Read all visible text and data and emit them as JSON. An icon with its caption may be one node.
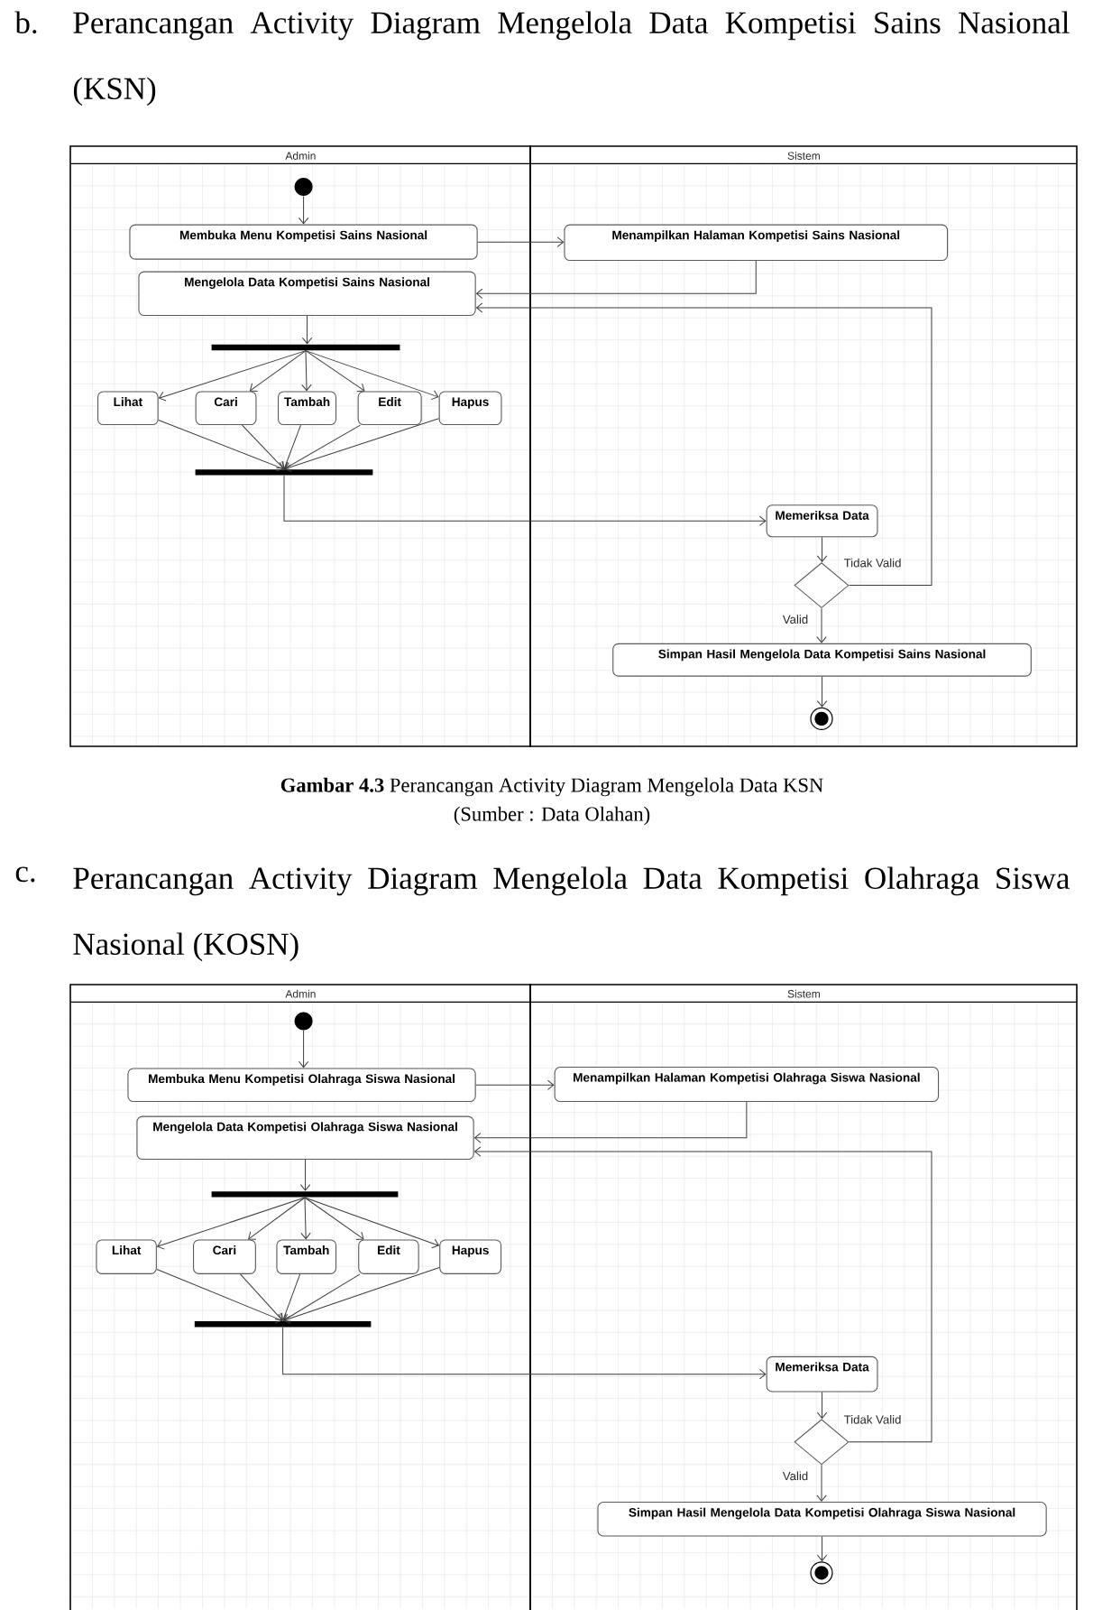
{
  "diagram": {
    "caption": "**Gambar 4.3** Perancangan Activity Diagram Mengelola Data KSN",
    "nodes": [
      {
        "text": [
          "Admin"
        ]
      },
      {
        "text": [
          "Sistem"
        ]
      },
      {
        "text": [],
        "shape": "dot",
        "in": 0
      },
      {
        "text": [
          "Membuka Menu Kompetisi Sains Nasional"
        ],
        "in": 0
      },
      {
        "text": [
          "Menampilkan Halaman Kompetisi Sains Nasional"
        ],
        "in": 1
      },
      {
        "text": [
          "Mengelola Data Kompetisi Sains Nasional"
        ],
        "in": 0
      },
      {
        "text": [],
        "shape": "bar",
        "in": 0
      },
      {
        "text": [
          "Lihat"
        ],
        "in": 0
      },
      {
        "text": [
          "Cari"
        ],
        "in": 0
      },
      {
        "text": [
          "Tambah"
        ],
        "in": 0
      },
      {
        "text": [
          "Edit"
        ],
        "in": 0
      },
      {
        "text": [
          "Hapus"
        ],
        "in": 0
      },
      {
        "text": [],
        "shape": "bar",
        "in": 0
      },
      {
        "text": [
          "Memeriksa Data"
        ],
        "in": 1
      },
      {
        "text": [],
        "shape": "diamond",
        "in": 1
      },
      {
        "text": [
          "Simpan Hasil Mengelola Data Kompetisi Sains Nasional"
        ],
        "in": 1
      },
      {
        "text": [],
        "shape": "bullseye",
        "in": 1
      },
      {
        "text": [
          "Admin"
        ]
      },
      {
        "text": [
          "Sistem"
        ]
      },
      {
        "text": [],
        "shape": "dot",
        "in": 17
      },
      {
        "text": [
          "Membuka Menu Kompetisi Olahraga Siswa Nasional"
        ],
        "in": 17
      },
      {
        "text": [
          "Menampilkan Halaman Kompetisi Olahraga Siswa Nasional"
        ],
        "in": 18
      },
      {
        "text": [
          "Mengelola Data Kompetisi Olahraga Siswa Nasional"
        ],
        "in": 17
      },
      {
        "text": [],
        "shape": "bar",
        "in": 17
      },
      {
        "text": [
          "Lihat"
        ],
        "in": 17
      },
      {
        "text": [
          "Cari"
        ],
        "in": 17
      },
      {
        "text": [
          "Tambah"
        ],
        "in": 17
      },
      {
        "text": [
          "Edit"
        ],
        "in": 17
      },
      {
        "text": [
          "Hapus"
        ],
        "in": 17
      },
      {
        "text": [],
        "shape": "bar",
        "in": 17
      },
      {
        "text": [
          "Memeriksa Data"
        ],
        "in": 18
      },
      {
        "text": [],
        "shape": "diamond",
        "in": 18
      },
      {
        "text": [
          "Simpan Hasil Mengelola Data Kompetisi Olahraga Siswa Nasional"
        ],
        "in": 18
      },
      {
        "text": [],
        "shape": "bullseye",
        "in": 18
      }
    ],
    "edges": [
      {
        "from": 2,
        "to": 3,
        "arrow": "to"
      },
      {
        "from": 3,
        "to": 4,
        "arrow": "to"
      },
      {
        "from": 4,
        "to": 5,
        "arrow": "to"
      },
      {
        "from": 5,
        "to": 6,
        "arrow": "to"
      },
      {
        "from": 6,
        "to": 7,
        "arrow": "to"
      },
      {
        "from": 6,
        "to": 8,
        "arrow": "to"
      },
      {
        "from": 6,
        "to": 9,
        "arrow": "to"
      },
      {
        "from": 6,
        "to": 10,
        "arrow": "to"
      },
      {
        "from": 6,
        "to": 11,
        "arrow": "to"
      },
      {
        "from": 7,
        "to": 12,
        "arrow": "to"
      },
      {
        "from": 8,
        "to": 12,
        "arrow": "to"
      },
      {
        "from": 9,
        "to": 12,
        "arrow": "to"
      },
      {
        "from": 10,
        "to": 12,
        "arrow": "to"
      },
      {
        "from": 11,
        "to": 12,
        "arrow": "to"
      },
      {
        "from": 12,
        "to": 13,
        "arrow": "to"
      },
      {
        "from": 13,
        "to": 14,
        "arrow": "to"
      },
      {
        "from": 14,
        "to": 15,
        "arrow": "to",
        "label": "Valid"
      },
      {
        "from": 14,
        "to": 5,
        "arrow": "to",
        "label": "Tidak Valid"
      },
      {
        "from": 15,
        "to": 16,
        "arrow": "to"
      },
      {
        "from": 19,
        "to": 20,
        "arrow": "to"
      },
      {
        "from": 20,
        "to": 21,
        "arrow": "to"
      },
      {
        "from": 21,
        "to": 22,
        "arrow": "to"
      },
      {
        "from": 22,
        "to": 23,
        "arrow": "to"
      },
      {
        "from": 23,
        "to": 24,
        "arrow": "to"
      },
      {
        "from": 23,
        "to": 25,
        "arrow": "to"
      },
      {
        "from": 23,
        "to": 26,
        "arrow": "to"
      },
      {
        "from": 23,
        "to": 27,
        "arrow": "to"
      },
      {
        "from": 23,
        "to": 28,
        "arrow": "to"
      },
      {
        "from": 24,
        "to": 29,
        "arrow": "to"
      },
      {
        "from": 25,
        "to": 29,
        "arrow": "to"
      },
      {
        "from": 26,
        "to": 29,
        "arrow": "to"
      },
      {
        "from": 27,
        "to": 29,
        "arrow": "to"
      },
      {
        "from": 28,
        "to": 29,
        "arrow": "to"
      },
      {
        "from": 29,
        "to": 30,
        "arrow": "to"
      },
      {
        "from": 30,
        "to": 31,
        "arrow": "to"
      },
      {
        "from": 31,
        "to": 32,
        "arrow": "to",
        "label": "Valid"
      },
      {
        "from": 31,
        "to": 22,
        "arrow": "to",
        "label": "Tidak Valid"
      },
      {
        "from": 32,
        "to": 33,
        "arrow": "to"
      }
    ],
    "labels": [
      "b.",
      "Perancangan Activity Diagram Mengelola Data Kompetisi Sains Nasional (KSN)",
      "(Sumber : Data Olahan)",
      "c.",
      "Perancangan Activity Diagram Mengelola Data Kompetisi Olahraga Siswa Nasional (KOSN)"
    ]
  }
}
